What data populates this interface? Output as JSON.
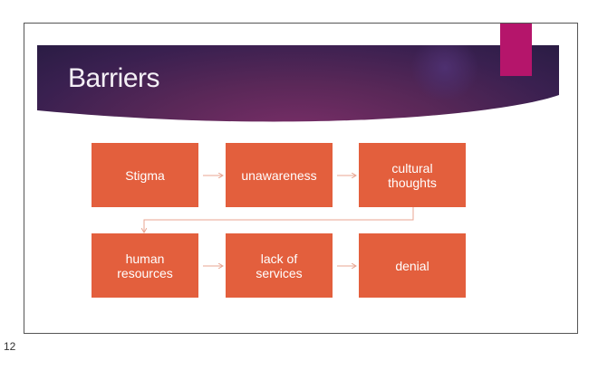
{
  "slide": {
    "title": "Barriers",
    "page_number": "12"
  },
  "flow": [
    "Stigma",
    "unawareness",
    "cultural thoughts",
    "human resources",
    "lack of services",
    "denial"
  ],
  "colors": {
    "box": "#e35f3d",
    "accent": "#b5156b",
    "banner": "#4a2456",
    "arrow": "#e9a592"
  }
}
